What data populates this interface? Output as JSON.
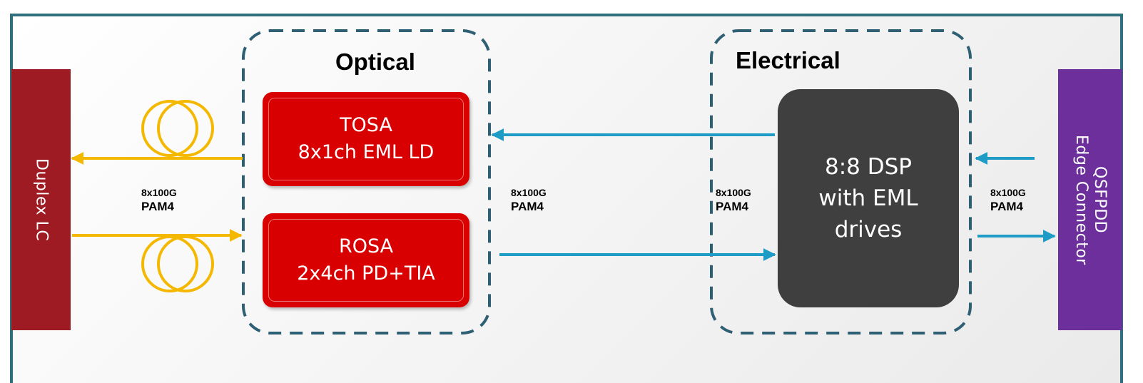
{
  "diagram": {
    "left_connector": {
      "label": "Duplex LC"
    },
    "right_connector": {
      "label": "QSFPDD\nEdge Connector"
    },
    "optical_section": {
      "title": "Optical",
      "tosa": {
        "line1": "TOSA",
        "line2": "8x1ch EML LD"
      },
      "rosa": {
        "line1": "ROSA",
        "line2": "2x4ch PD+TIA"
      }
    },
    "electrical_section": {
      "title": "Electrical",
      "dsp": {
        "line1": "8:8 DSP",
        "line2": "with EML",
        "line3": "drives"
      }
    },
    "rate_labels": [
      {
        "rate": "8x100G",
        "modulation": "PAM4"
      },
      {
        "rate": "8x100G",
        "modulation": "PAM4"
      },
      {
        "rate": "8x100G",
        "modulation": "PAM4"
      },
      {
        "rate": "8x100G",
        "modulation": "PAM4"
      }
    ],
    "colors": {
      "frame_border": "#2f6f7e",
      "dashed_region": "#2f5f73",
      "fiber_arrow": "#f5b800",
      "electrical_arrow": "#1f9cc6",
      "duplex_block": "#9e1b24",
      "qsfpdd_block": "#6d2f9c",
      "optical_block": "#d80000",
      "dsp_block": "#3f3f3f"
    }
  }
}
